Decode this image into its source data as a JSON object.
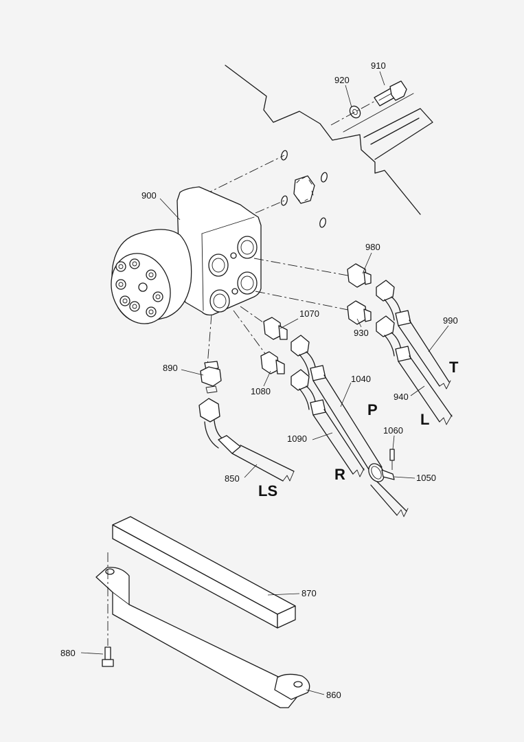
{
  "callouts": {
    "c850": "850",
    "c860": "860",
    "c870": "870",
    "c880": "880",
    "c890": "890",
    "c900": "900",
    "c910": "910",
    "c920": "920",
    "c930": "930",
    "c940": "940",
    "c980": "980",
    "c990": "990",
    "c1040": "1040",
    "c1050": "1050",
    "c1060": "1060",
    "c1070": "1070",
    "c1080": "1080",
    "c1090": "1090"
  },
  "ports": {
    "T": "T",
    "P": "P",
    "L": "L",
    "R": "R",
    "LS": "LS"
  }
}
